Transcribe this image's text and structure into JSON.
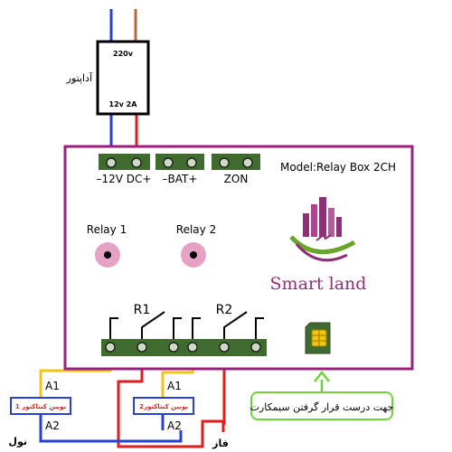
{
  "adapter": {
    "label": "آداپتور",
    "input_voltage": "220v",
    "output_rating": "12v 2A"
  },
  "board": {
    "model": "Model:Relay Box 2CH",
    "terminals": {
      "power": "–12V DC+",
      "battery": "–BAT+",
      "zone": "ZON"
    },
    "relay_leds": [
      {
        "label": "Relay 1"
      },
      {
        "label": "Relay 2"
      }
    ],
    "relay_outputs": [
      {
        "label": "R1"
      },
      {
        "label": "R2"
      }
    ],
    "logo_text": "Smart land"
  },
  "contactors": [
    {
      "coil_label": "بوبین کنتاکتور 1",
      "a1": "A1",
      "a2": "A2"
    },
    {
      "coil_label": "بوبین کنتاکتور2",
      "a1": "A1",
      "a2": "A2"
    }
  ],
  "wiring": {
    "neutral_label": "نول",
    "phase_label": "فاز"
  },
  "sim_note": "جهت درست قرار گرفتن سیمکارت",
  "colors": {
    "board_border": "#9c1f7d",
    "terminal_green": "#3f6b2e",
    "led_pink": "#e6a2c4",
    "wire_blue": "#2a3fd4",
    "wire_red": "#e11d1d",
    "wire_yellow": "#f2c318",
    "wire_brown": "#b5683a",
    "coil_border": "#2a3fd4",
    "coil_text": "#e11d1d",
    "note_border": "#6fd23a",
    "logo_purple": "#8e2f78",
    "logo_green": "#6aa52a"
  }
}
